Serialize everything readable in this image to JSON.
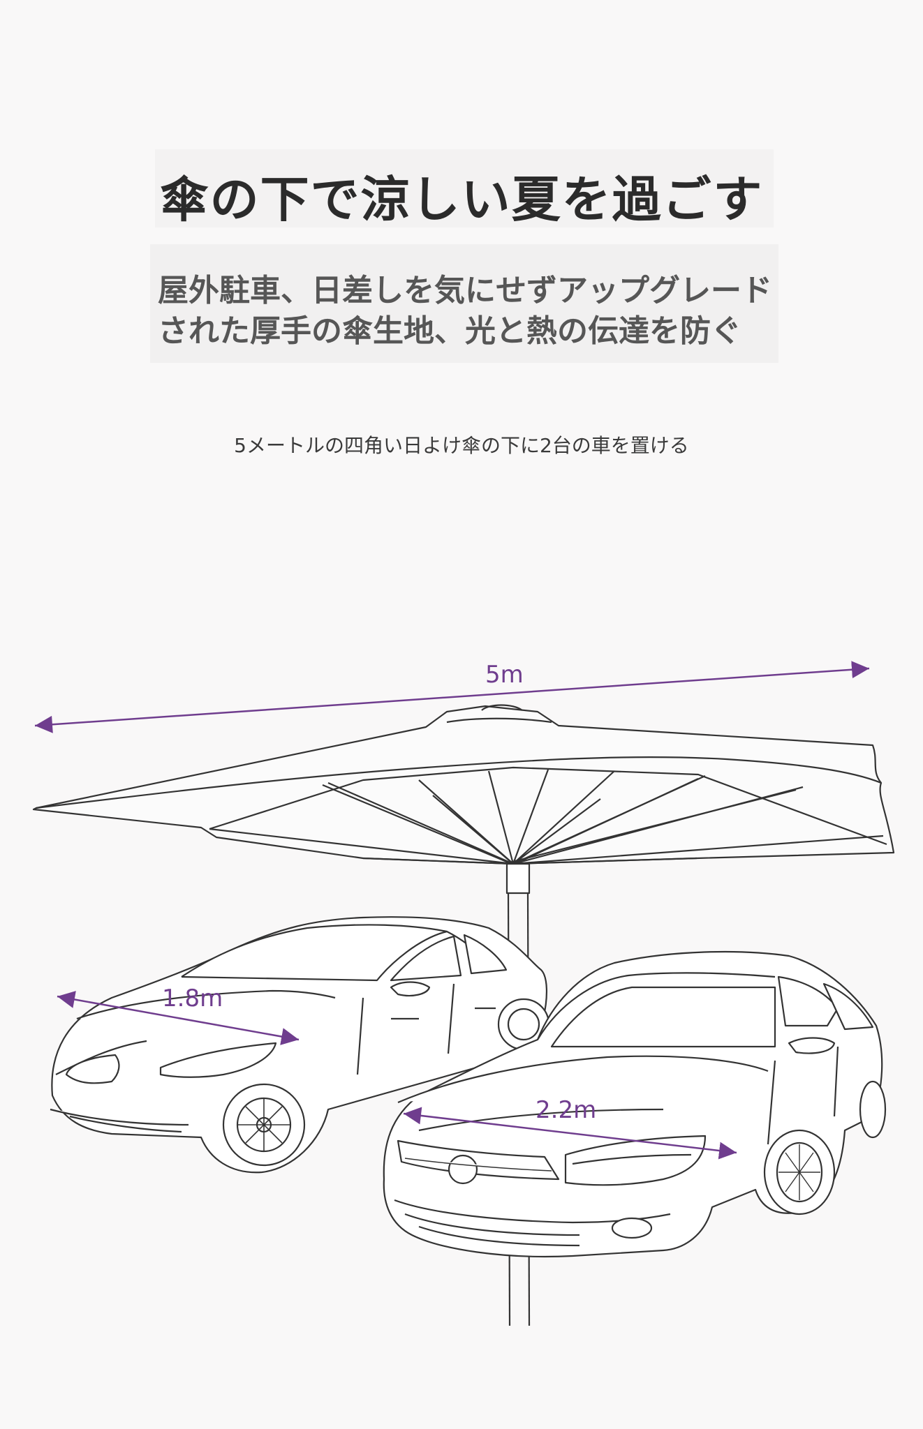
{
  "headline": {
    "title": "傘の下で涼しい夏を過ごす",
    "subtitle_line1": "屋外駐車、日差しを気にせずアップグレード",
    "subtitle_line2": "された厚手の傘生地、光と熱の伝達を防ぐ",
    "caption": "5メートルの四角い日よけ傘の下に2台の車を置ける"
  },
  "dimensions": {
    "umbrella_width": "5m",
    "car1_width": "1.8m",
    "car2_width": "2.2m"
  },
  "colors": {
    "accent": "#6f3d8e",
    "line": "#333333"
  }
}
